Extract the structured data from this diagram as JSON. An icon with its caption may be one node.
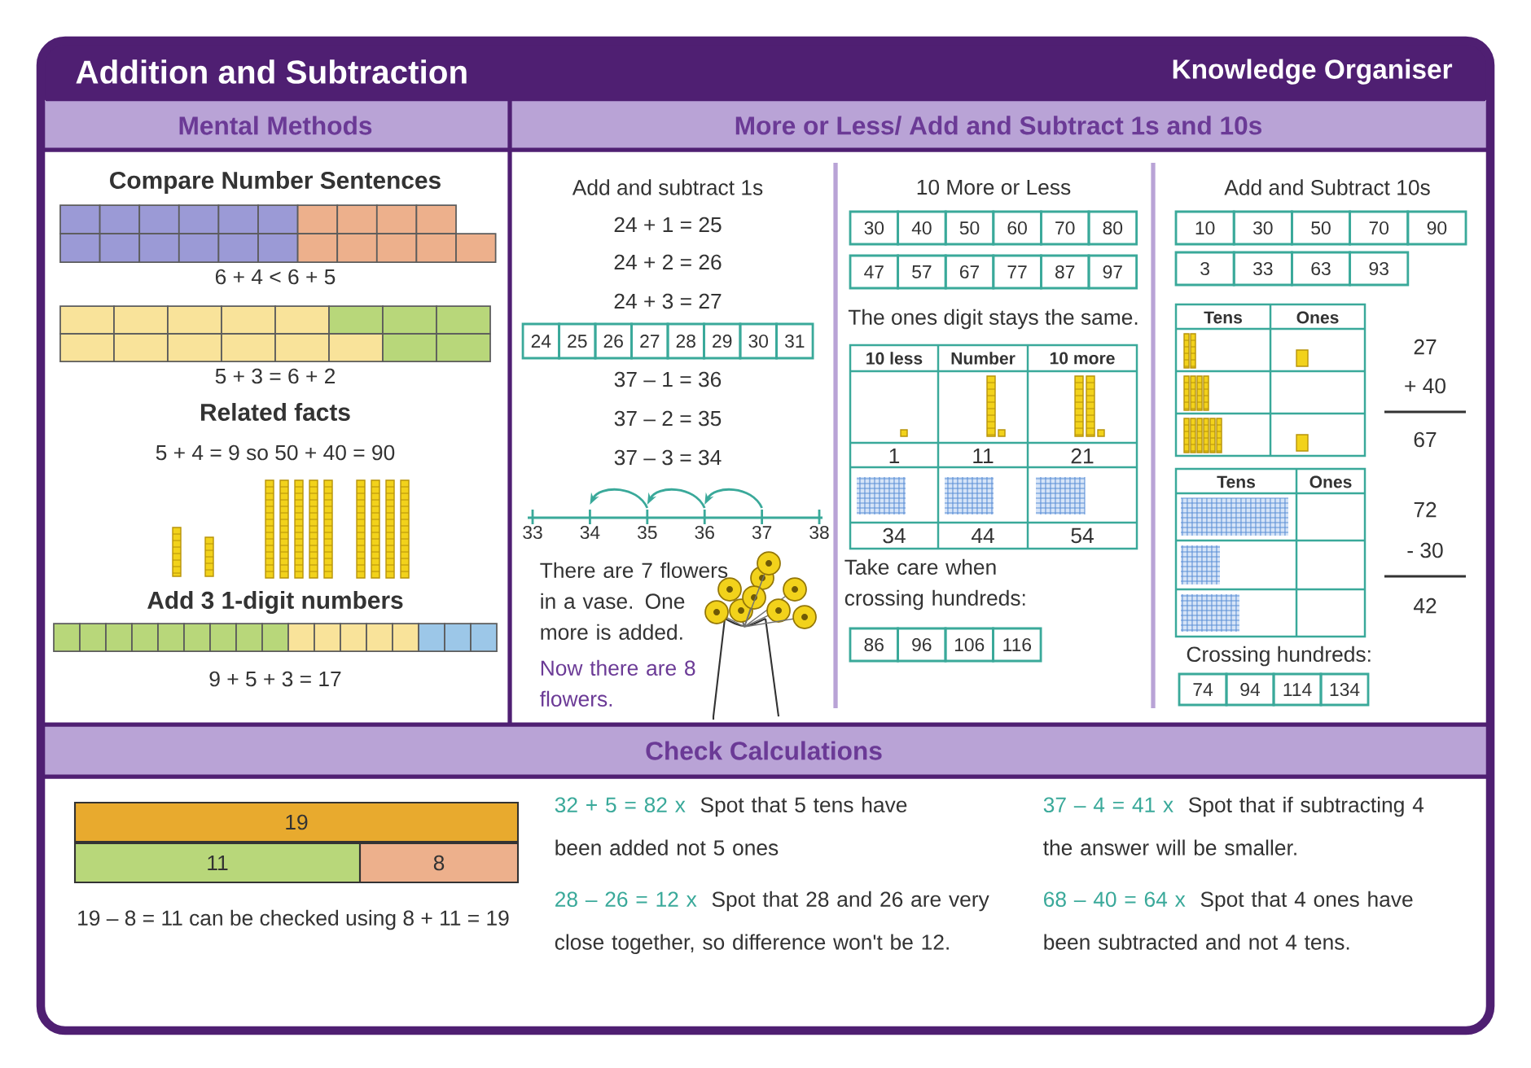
{
  "diagram": {
    "title": "Addition and Subtraction",
    "nodes": [
      {
        "text": [
          "Mental Methods"
        ]
      },
      {
        "text": [
          "More or Less/ Add and Subtract 1s and 10s"
        ]
      },
      {
        "text": [
          "Check Calculations"
        ]
      },
      {
        "text": [
          "19"
        ]
      },
      {
        "text": [
          "11"
        ]
      },
      {
        "text": [
          "8"
        ]
      }
    ],
    "labels": [
      "Knowledge Organiser",
      "Compare Number Sentences",
      "6 + 4 < 6 + 5",
      "5 + 3 = 6 + 2",
      "Related facts",
      "5 + 4 = 9 so 50 + 40 = 90",
      "Add 3 1-digit numbers",
      "9 + 5 + 3 = 17",
      "Add and subtract 1s",
      "24 + 1 = 25",
      "24 + 2 = 26",
      "24 + 3 = 27",
      "24",
      "25",
      "26",
      "27",
      "28",
      "29",
      "30",
      "31",
      "37 – 1 = 36",
      "37 – 2 = 35",
      "37 – 3 = 34",
      "33",
      "34",
      "35",
      "36",
      "37",
      "38",
      "There are 7 flowers in a vase. One more is added.",
      "Now there are 8 flowers.",
      "10 More or Less",
      "30",
      "40",
      "50",
      "60",
      "70",
      "80",
      "47",
      "57",
      "67",
      "77",
      "87",
      "97",
      "The ones digit stays the same.",
      "10 less",
      "Number",
      "10 more",
      "1",
      "11",
      "21",
      "34",
      "44",
      "54",
      "Take care when crossing hundreds:",
      "86",
      "96",
      "106",
      "116",
      "Add and Subtract 10s",
      "10",
      "30",
      "50",
      "70",
      "90",
      "3",
      "33",
      "63",
      "93",
      "Tens",
      "Ones",
      "27",
      "+ 40",
      "67",
      "Tens",
      "Ones",
      "72",
      "- 30",
      "42",
      "Crossing hundreds:",
      "74",
      "94",
      "114",
      "134",
      "19 – 8 = 11 can be checked using 8 + 11 = 19",
      "32 + 5 = 82 x",
      "Spot that 5 tens have been added not 5 ones",
      "28 – 26 = 12 x",
      "Spot that 28 and 26 are very close together, so difference won't be 12.",
      "37 – 4 = 41 x",
      "Spot that if subtracting 4 the answer will be smaller.",
      "68 – 40 = 64 x",
      "Spot that 4 ones have been subtracted and not 4 tens."
    ]
  }
}
